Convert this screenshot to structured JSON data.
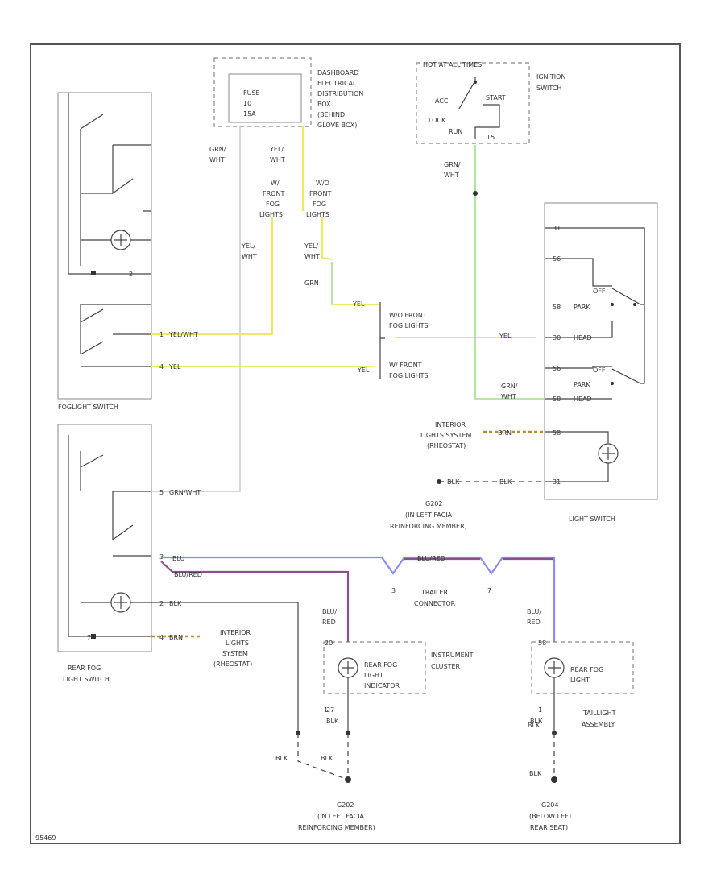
{
  "components": {
    "dashboard_box": [
      "DASHBOARD",
      "ELECTRICAL",
      "DISTRIBUTION",
      "BOX",
      "(BEHIND",
      "GLOVE BOX)"
    ],
    "fuse": [
      "FUSE",
      "10",
      "15A"
    ],
    "ignition_header": "HOT AT ALL TIMES",
    "ignition_switch": [
      "IGNITION",
      "SWITCH"
    ],
    "ignition_positions": [
      "ACC",
      "LOCK",
      "RUN",
      "START"
    ],
    "foglight_switch": "FOGLIGHT SWITCH",
    "rear_fog_switch": [
      "REAR FOG",
      "LIGHT SWITCH"
    ],
    "light_switch": "LIGHT SWITCH",
    "light_switch_positions": [
      "OFF",
      "PARK",
      "HEAD",
      "OFF",
      "PARK",
      "HEAD"
    ],
    "instrument_cluster": [
      "INSTRUMENT",
      "CLUSTER"
    ],
    "rear_fog_indicator": [
      "REAR FOG",
      "LIGHT",
      "INDICATOR"
    ],
    "rear_fog_light": [
      "REAR FOG",
      "LIGHT"
    ],
    "taillight_assembly": [
      "TAILLIGHT",
      "ASSEMBLY"
    ],
    "trailer_connector": [
      "TRAILER",
      "CONNECTOR"
    ],
    "interior_lights_1": [
      "INTERIOR",
      "LIGHTS SYSTEM",
      "(RHEOSTAT)"
    ],
    "interior_lights_2": [
      "INTERIOR",
      "LIGHTS",
      "SYSTEM",
      "(RHEOSTAT)"
    ],
    "ground_g202_top": [
      "G202",
      "(IN LEFT FACIA",
      "REINFORCING MEMBER)"
    ],
    "ground_g202_bottom": [
      "G202",
      "(IN LEFT FACIA",
      "REINFORCING MEMBER)"
    ],
    "ground_g204": [
      "G204",
      "(BELOW LEFT",
      "REAR SEAT)"
    ],
    "front_foglights_wo": [
      "W/O FRONT",
      "FOG LIGHTS"
    ],
    "front_foglights_w": [
      "W/ FRONT",
      "FOG LIGHTS"
    ],
    "diag_front_w": [
      "W/",
      "FRONT",
      "FOG",
      "LIGHTS"
    ],
    "diag_front_wo": [
      "W/O",
      "FRONT",
      "FOG",
      "LIGHTS"
    ]
  },
  "wires": {
    "grn_wht": [
      "GRN/",
      "WHT"
    ],
    "yel_wht_a": [
      "YEL/",
      "WHT"
    ],
    "yel_wht_b": [
      "YEL/",
      "WHT"
    ],
    "yel_wht_c": [
      "YEL/",
      "WHT"
    ],
    "grn": "GRN",
    "yel_1": "YEL",
    "yel_2": "YEL",
    "yel_3": "YEL",
    "grn_wht_2": [
      "GRN/",
      "WHT"
    ],
    "grn_wht_3": [
      "GRN/",
      "WHT"
    ],
    "yel_wht_switch": "YEL/WHT",
    "yel_switch": "YEL",
    "grn_wht_rear": "GRN/WHT",
    "blu": "BLU",
    "blu_red_1": "BLU/RED",
    "blu_red_2": "BLU/RED",
    "blu_red_3": [
      "BLU/",
      "RED"
    ],
    "blu_red_4": [
      "BLU/",
      "RED"
    ],
    "brn_1": "BRN",
    "brn_2": "BRN",
    "blk_1": "BLK",
    "blk_2": "BLK",
    "blk_3": "BLK",
    "blk_4": "BLK",
    "blk_5": "BLK",
    "blk_6": "BLK",
    "blk_7": "BLK",
    "blk_27": [
      "27",
      "BLK"
    ],
    "blk_1b": [
      "1",
      "BLK"
    ]
  },
  "pins": [
    "2",
    "1",
    "4",
    "5",
    "3",
    "2",
    "4",
    "58",
    "31",
    "56",
    "58",
    "30",
    "56",
    "15",
    "58",
    "31",
    "58",
    "1",
    "7",
    "3",
    "7",
    "20"
  ],
  "footnote": "95469"
}
